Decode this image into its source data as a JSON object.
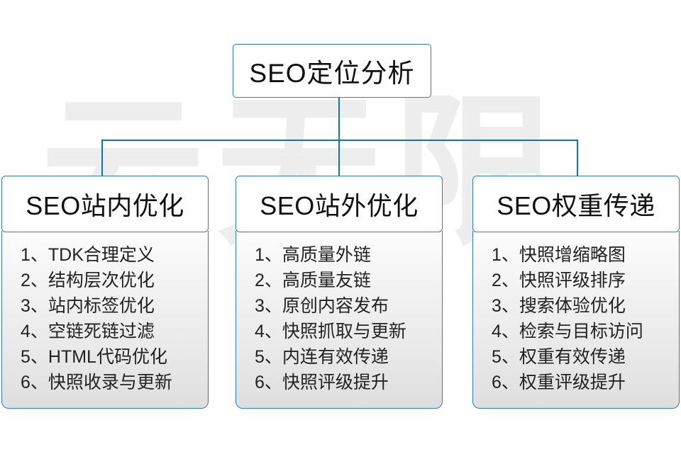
{
  "diagram": {
    "type": "org-chart",
    "watermark_text": "云无限",
    "accent_color": "#1074ba",
    "border_color": "#2a7fc1",
    "root": {
      "label": "SEO定位分析"
    },
    "branches": [
      {
        "header": "SEO站内优化",
        "items": [
          "1、TDK合理定义",
          "2、结构层次优化",
          "3、站内标签优化",
          "4、空链死链过滤",
          "5、HTML代码优化",
          "6、快照收录与更新"
        ]
      },
      {
        "header": "SEO站外优化",
        "items": [
          "1、高质量外链",
          "2、高质量友链",
          "3、原创内容发布",
          "4、快照抓取与更新",
          "5、内连有效传递",
          "6、快照评级提升"
        ]
      },
      {
        "header": "SEO权重传递",
        "items": [
          "1、快照增缩略图",
          "2、快照评级排序",
          "3、搜索体验优化",
          "4、检索与目标访问",
          "5、权重有效传递",
          "6、权重评级提升"
        ]
      }
    ]
  }
}
